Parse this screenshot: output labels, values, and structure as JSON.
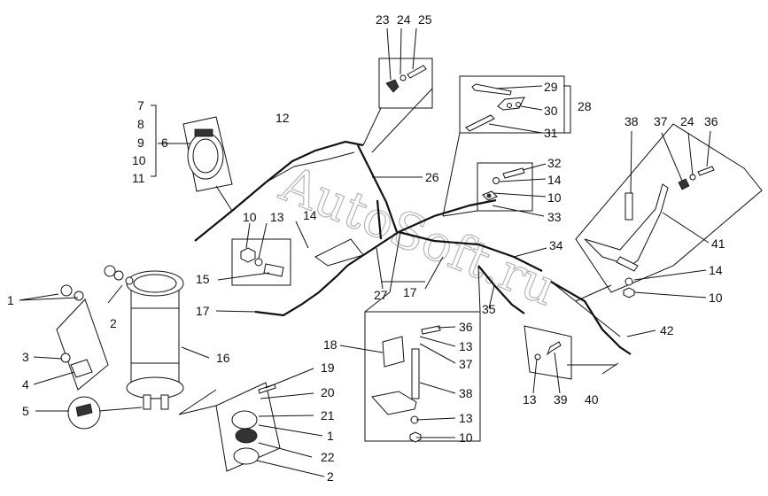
{
  "watermark": "AutoSoft.ru",
  "callouts": [
    {
      "id": "c1",
      "text": "23"
    },
    {
      "id": "c2",
      "text": "24"
    },
    {
      "id": "c3",
      "text": "25"
    },
    {
      "id": "c4",
      "text": "29"
    },
    {
      "id": "c5",
      "text": "30"
    },
    {
      "id": "c6",
      "text": "31"
    },
    {
      "id": "c7",
      "text": "28"
    },
    {
      "id": "c8",
      "text": "7"
    },
    {
      "id": "c9",
      "text": "8"
    },
    {
      "id": "c10",
      "text": "9"
    },
    {
      "id": "c11",
      "text": "6"
    },
    {
      "id": "c12",
      "text": "10"
    },
    {
      "id": "c13",
      "text": "11"
    },
    {
      "id": "c14",
      "text": "12"
    },
    {
      "id": "c15",
      "text": "26"
    },
    {
      "id": "c16",
      "text": "32"
    },
    {
      "id": "c17",
      "text": "14"
    },
    {
      "id": "c18",
      "text": "10"
    },
    {
      "id": "c19",
      "text": "33"
    },
    {
      "id": "c20",
      "text": "38"
    },
    {
      "id": "c21",
      "text": "37"
    },
    {
      "id": "c22",
      "text": "24"
    },
    {
      "id": "c23",
      "text": "36"
    },
    {
      "id": "c24",
      "text": "41"
    },
    {
      "id": "c25",
      "text": "14"
    },
    {
      "id": "c26",
      "text": "10"
    },
    {
      "id": "c27",
      "text": "10"
    },
    {
      "id": "c28",
      "text": "13"
    },
    {
      "id": "c29",
      "text": "14"
    },
    {
      "id": "c30",
      "text": "15"
    },
    {
      "id": "c31",
      "text": "27"
    },
    {
      "id": "c32",
      "text": "17"
    },
    {
      "id": "c33",
      "text": "34"
    },
    {
      "id": "c34",
      "text": "35"
    },
    {
      "id": "c35",
      "text": "17"
    },
    {
      "id": "c36",
      "text": "1"
    },
    {
      "id": "c37",
      "text": "2"
    },
    {
      "id": "c38",
      "text": "16"
    },
    {
      "id": "c39",
      "text": "3"
    },
    {
      "id": "c40",
      "text": "4"
    },
    {
      "id": "c41",
      "text": "5"
    },
    {
      "id": "c42",
      "text": "18"
    },
    {
      "id": "c43",
      "text": "36"
    },
    {
      "id": "c44",
      "text": "13"
    },
    {
      "id": "c45",
      "text": "37"
    },
    {
      "id": "c46",
      "text": "38"
    },
    {
      "id": "c47",
      "text": "13"
    },
    {
      "id": "c48",
      "text": "10"
    },
    {
      "id": "c49",
      "text": "42"
    },
    {
      "id": "c50",
      "text": "13"
    },
    {
      "id": "c51",
      "text": "39"
    },
    {
      "id": "c52",
      "text": "40"
    },
    {
      "id": "c53",
      "text": "19"
    },
    {
      "id": "c54",
      "text": "20"
    },
    {
      "id": "c55",
      "text": "21"
    },
    {
      "id": "c56",
      "text": "1"
    },
    {
      "id": "c57",
      "text": "22"
    },
    {
      "id": "c58",
      "text": "2"
    }
  ]
}
